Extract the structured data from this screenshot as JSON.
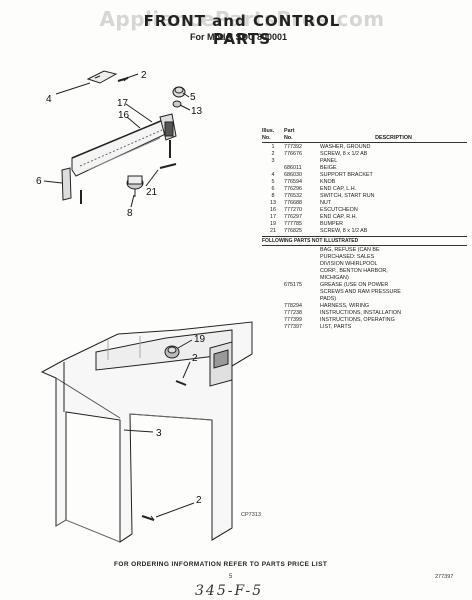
{
  "page": {
    "watermark": "AppliancePartsPros.com",
    "title": "FRONT and CONTROL PARTS",
    "model": "For Model SDC 800001",
    "footer_note": "FOR ORDERING INFORMATION REFER TO PARTS PRICE LIST",
    "page_number": "5",
    "doc_number": "277397",
    "handwritten": "345-F-5",
    "catalog_number": "CP7313"
  },
  "callouts": [
    "2",
    "4",
    "5",
    "13",
    "17",
    "16",
    "6",
    "21",
    "8",
    "19",
    "2",
    "3",
    "2"
  ],
  "table": {
    "header": {
      "illus": "Illus.",
      "part": "Part",
      "no1": "No.",
      "no2": "No.",
      "description": "DESCRIPTION"
    },
    "rows": [
      {
        "illus": "1",
        "part": "777392",
        "description": "WASHER, GROUND"
      },
      {
        "illus": "2",
        "part": "776676",
        "description": "SCREW, 8 x 1/2 AB"
      },
      {
        "illus": "3",
        "part": "",
        "description": "PANEL"
      },
      {
        "illus": "",
        "part": "686011",
        "description": "BEIGE"
      },
      {
        "illus": "4",
        "part": "686030",
        "description": "SUPPORT BRACKET"
      },
      {
        "illus": "5",
        "part": "776594",
        "description": "KNOB"
      },
      {
        "illus": "6",
        "part": "776296",
        "description": "END CAP, L.H."
      },
      {
        "illus": "8",
        "part": "776532",
        "description": "SWITCH, START RUN"
      },
      {
        "illus": "13",
        "part": "776688",
        "description": "NUT"
      },
      {
        "illus": "16",
        "part": "777270",
        "description": "ESCUTCHEON"
      },
      {
        "illus": "17",
        "part": "776297",
        "description": "END CAP, R.H."
      },
      {
        "illus": "19",
        "part": "777785",
        "description": "BUMPER"
      },
      {
        "illus": "21",
        "part": "776825",
        "description": "SCREW, 8 x 1/2 AB"
      }
    ],
    "not_illustrated_header": "FOLLOWING PARTS NOT ILLUSTRATED",
    "extra_rows": [
      {
        "part": "",
        "description": "BAG, REFUSE (CAN BE"
      },
      {
        "part": "",
        "description": "PURCHASED: SALES"
      },
      {
        "part": "",
        "description": "DIVISION WHIRLPOOL"
      },
      {
        "part": "",
        "description": "CORP., BENTON HARBOR,"
      },
      {
        "part": "",
        "description": "MICHIGAN)"
      },
      {
        "part": "675175",
        "description": "GREASE (USE ON POWER"
      },
      {
        "part": "",
        "description": "SCREWS AND RAM PRESSURE"
      },
      {
        "part": "",
        "description": "PADS)"
      },
      {
        "part": "778294",
        "description": "HARNESS, WIRING"
      },
      {
        "part": "777238",
        "description": "INSTRUCTIONS, INSTALLATION"
      },
      {
        "part": "777399",
        "description": "INSTRUCTIONS, OPERATING"
      },
      {
        "part": "777397",
        "description": "LIST, PARTS"
      }
    ]
  }
}
